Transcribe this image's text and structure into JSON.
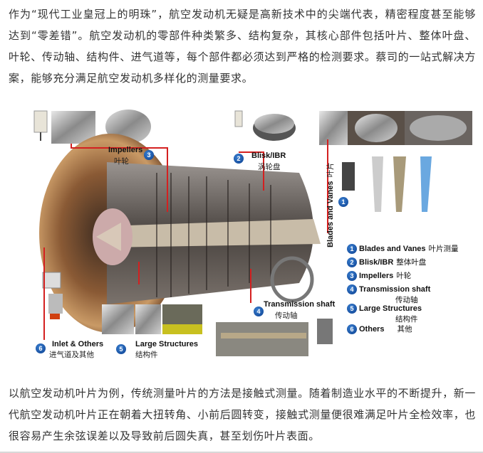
{
  "intro_paragraph": "作为“现代工业皇冠上的明珠”，航空发动机无疑是高新技术中的尖端代表，精密程度甚至能够达到“零差错”。航空发动机的零部件种类繁多、结构复杂，其核心部件包括叶片、整体叶盘、叶轮、传动轴、结构件、进气道等，每个部件都必须达到严格的检测要求。蔡司的一站式解决方案，能够充分满足航空发动机多样化的测量要求。",
  "figure": {
    "callouts": [
      {
        "num": "3",
        "en": "Impellers",
        "zh": "叶轮"
      },
      {
        "num": "2",
        "en": "Blisk/IBR",
        "zh": "涡轮盘"
      },
      {
        "num": "1",
        "en": "Blades and Vanes",
        "zh": "叶片"
      },
      {
        "num": "4",
        "en": "Transmission shaft",
        "zh": "传动轴"
      },
      {
        "num": "5",
        "en": "Large Structures",
        "zh": "结构件"
      },
      {
        "num": "6",
        "en": "Inlet & Others",
        "zh": "进气道及其他"
      }
    ],
    "legend": [
      {
        "num": "1",
        "en": "Blades and Vanes",
        "zh": "叶片测量"
      },
      {
        "num": "2",
        "en": "Blisk/IBR",
        "zh": "整体叶盘"
      },
      {
        "num": "3",
        "en": "Impellers",
        "zh": "叶轮"
      },
      {
        "num": "4",
        "en": "Transmission shaft",
        "zh": "传动轴"
      },
      {
        "num": "5",
        "en": "Large Structures",
        "zh": "结构件"
      },
      {
        "num": "6",
        "en": "Others",
        "zh": "其他"
      }
    ],
    "accent_red": "#d42020",
    "badge_blue": "#0b3f8f"
  },
  "body_paragraph": "以航空发动机叶片为例，传统测量叶片的方法是接触式测量。随着制造业水平的不断提升，新一代航空发动机叶片正在朝着大扭转角、小前后圆转变，接触式测量便很难满足叶片全检效率，也很容易产生余弦误差以及导致前后圆失真，甚至划伤叶片表面。"
}
